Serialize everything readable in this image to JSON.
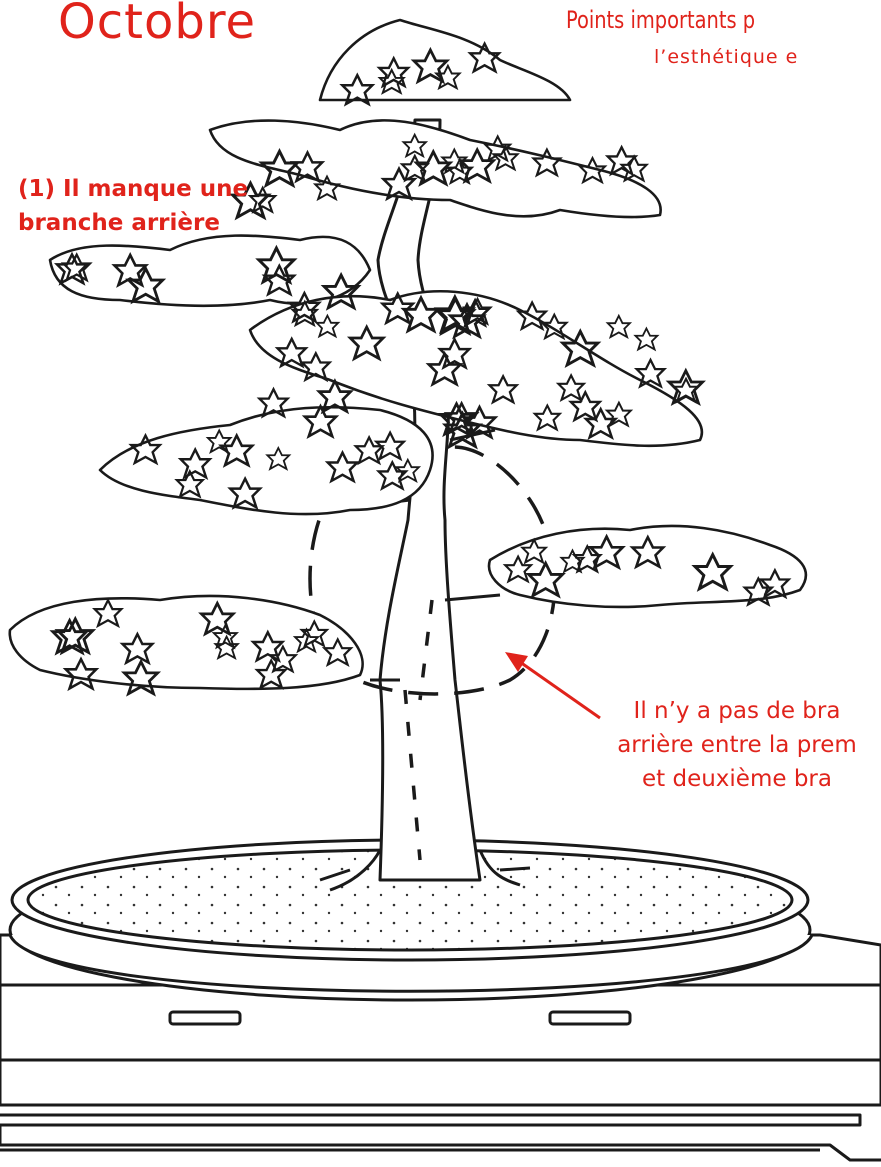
{
  "page": {
    "title": "Octobre",
    "header_line1": "Points importants p",
    "header_line2": "l’esthétique e",
    "accent_color": "#e0231b"
  },
  "annotations": {
    "missing_back_branch": {
      "line1": "(1) Il manque une",
      "line2": "branche arrière"
    },
    "no_back_branch_between": {
      "line1": "Il n’y a pas de bra",
      "line2": "arrière entre la prem",
      "line3": "et deuxième bra"
    }
  },
  "illustration": {
    "subject": "bonsai-tree-in-oval-pot",
    "line_color": "#1a1a1a"
  }
}
